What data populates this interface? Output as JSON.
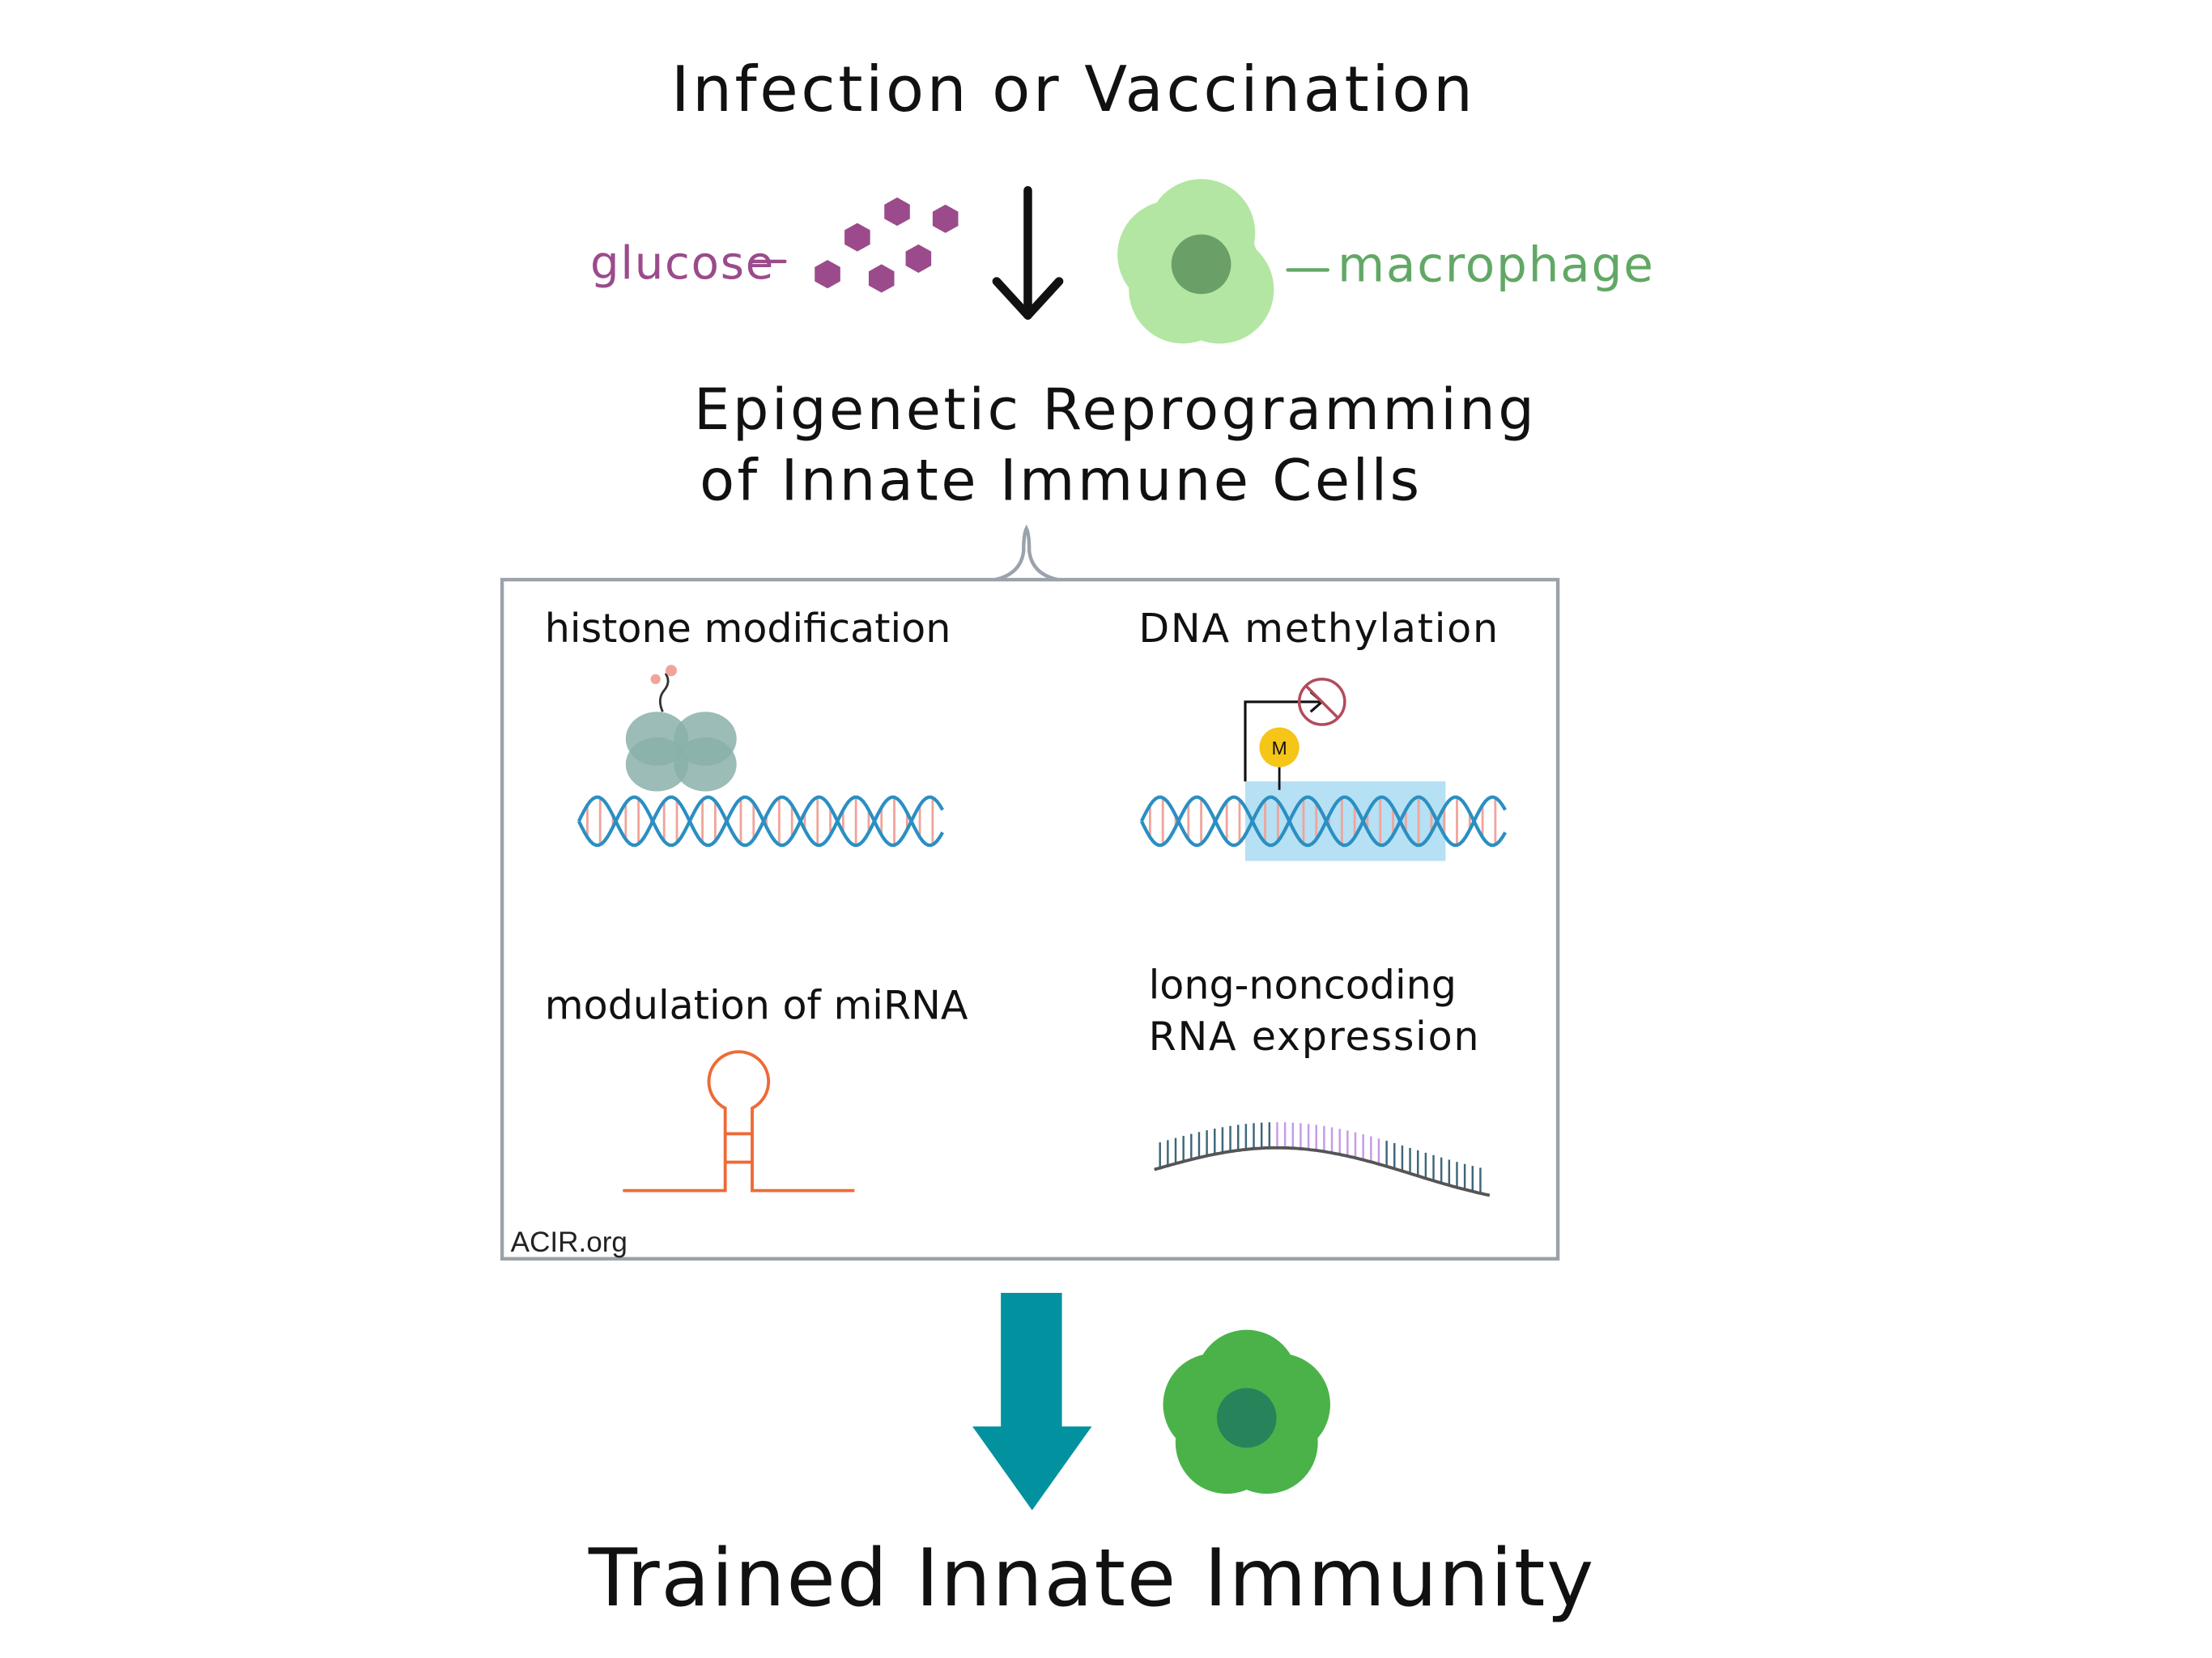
{
  "title": "Infection or Vaccination",
  "left_label": "glucose",
  "right_label": "macrophage",
  "middle_heading": [
    "Epigenetic Reprogramming",
    "of Innate Immune Cells"
  ],
  "panels": [
    {
      "label": [
        "histone modification"
      ],
      "icon": "histone-dna-icon"
    },
    {
      "label": [
        "DNA methylation"
      ],
      "icon": "methylated-dna-icon",
      "marker": "M"
    },
    {
      "label": [
        "modulation of miRNA"
      ],
      "icon": "mirna-hairpin-icon"
    },
    {
      "label": [
        "long-noncoding",
        "RNA expression"
      ],
      "icon": "lncrna-strand-icon"
    }
  ],
  "credit": "ACIR.org",
  "result": "Trained Innate Immunity",
  "colors": {
    "glucose": "#9b4b8c",
    "macrophage_light": "#b3e6a2",
    "macrophage_light_nucleus": "#6a9f67",
    "macrophage_label": "#62a865",
    "macrophage_trained": "#4bb24a",
    "macrophage_trained_nucleus": "#27835a",
    "result_arrow": "#02929f",
    "dna_strand": "#2a8fc2",
    "dna_rung": "#f0a49a",
    "histone": "#8ab0aa",
    "methyl_marker": "#f5c518",
    "block_symbol": "#b24b5c",
    "methyl_region": "#b6e0f4",
    "mirna": "#ee6a36",
    "lncrna_dark": "#3d6778",
    "lncrna_highlight": "#c59be6",
    "frame": "#9aa2ab"
  }
}
